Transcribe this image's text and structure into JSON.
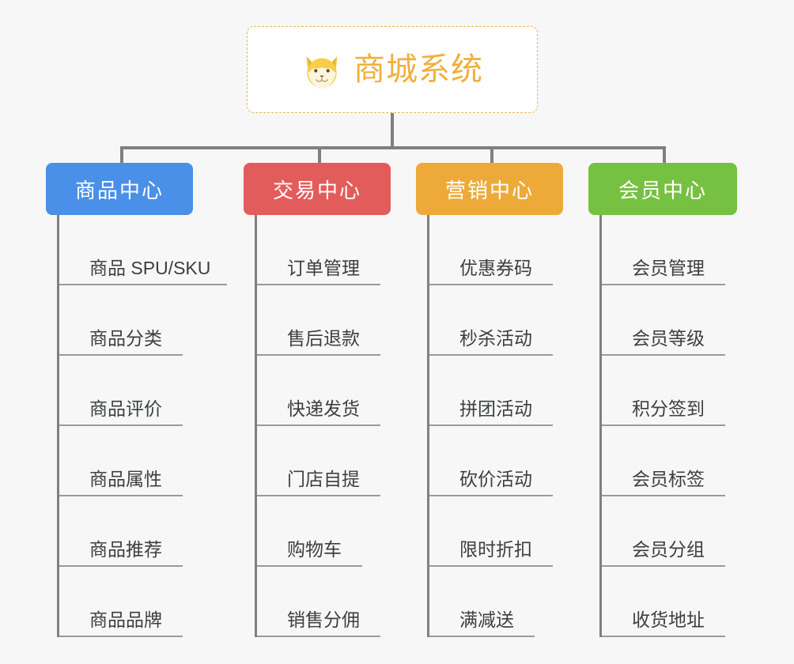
{
  "background_color": "#f7f7f7",
  "root": {
    "title": "商城系统",
    "icon": "shiba-dog-face-emoji",
    "text_color": "#f0b03c",
    "border_color": "#e8b84b"
  },
  "connector_color": "#808080",
  "underline_color": "#9a9a9a",
  "columns": [
    {
      "title": "商品中心",
      "color": "#4a90e8",
      "items": [
        "商品 SPU/SKU",
        "商品分类",
        "商品评价",
        "商品属性",
        "商品推荐",
        "商品品牌"
      ]
    },
    {
      "title": "交易中心",
      "color": "#e35c5c",
      "items": [
        "订单管理",
        "售后退款",
        "快递发货",
        "门店自提",
        "购物车",
        "销售分佣"
      ]
    },
    {
      "title": "营销中心",
      "color": "#eeaa39",
      "items": [
        "优惠券码",
        "秒杀活动",
        "拼团活动",
        "砍价活动",
        "限时折扣",
        "满减送"
      ]
    },
    {
      "title": "会员中心",
      "color": "#77c142",
      "items": [
        "会员管理",
        "会员等级",
        "积分签到",
        "会员标签",
        "会员分组",
        "收货地址"
      ]
    }
  ]
}
